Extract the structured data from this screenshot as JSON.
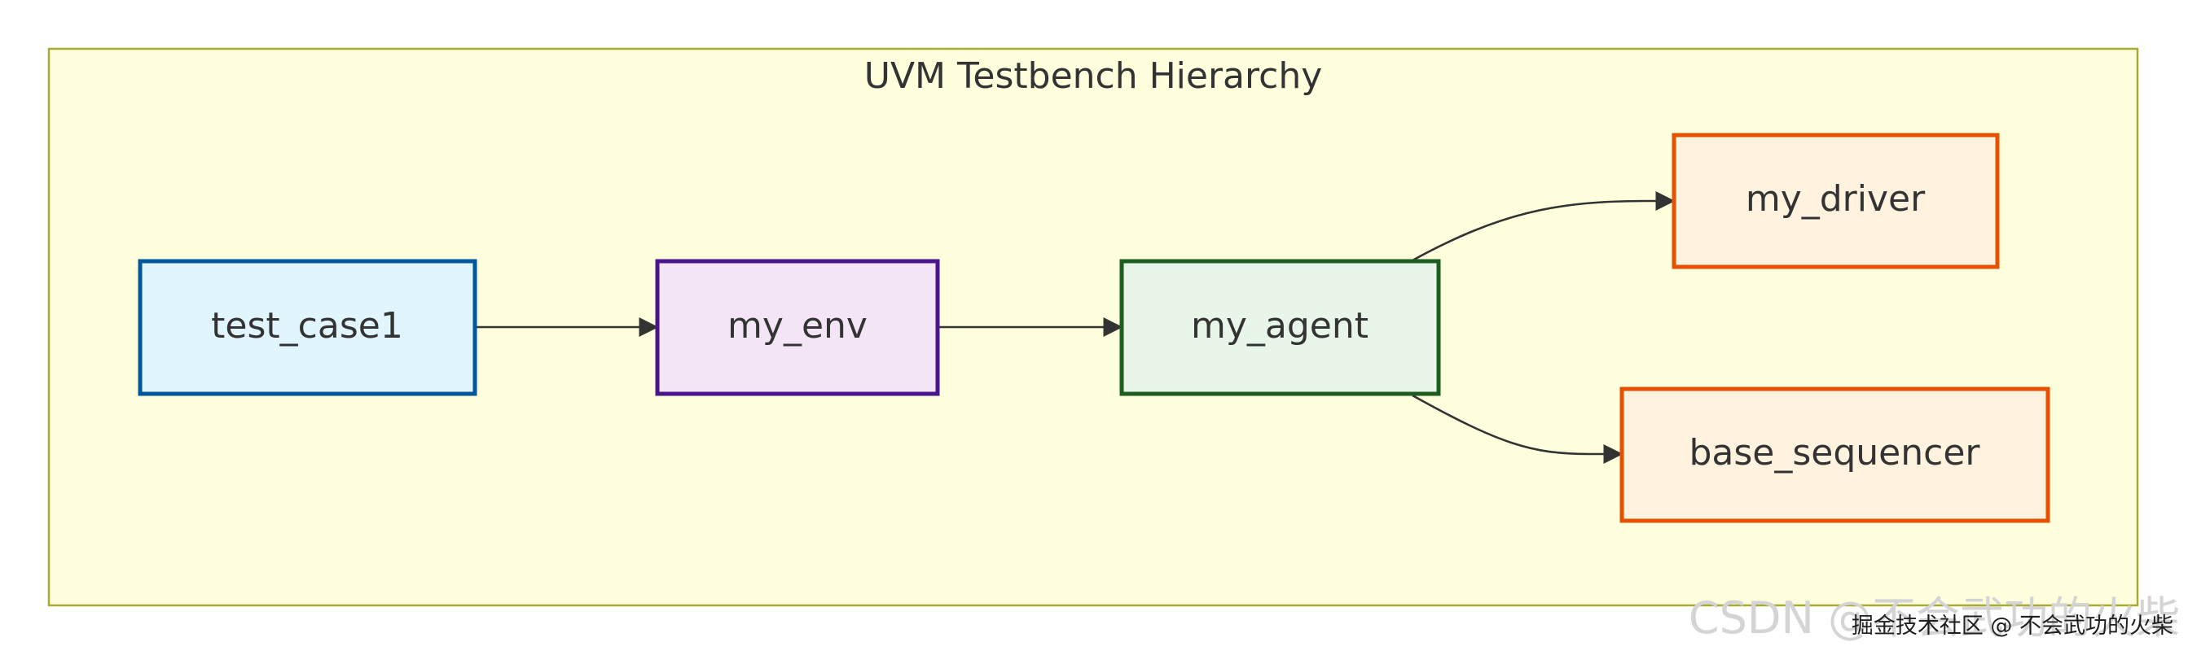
{
  "diagram": {
    "title": "UVM Testbench Hierarchy",
    "nodes": {
      "test_case1": "test_case1",
      "my_env": "my_env",
      "my_agent": "my_agent",
      "my_driver": "my_driver",
      "base_sequencer": "base_sequencer"
    },
    "edges": [
      {
        "from": "test_case1",
        "to": "my_env"
      },
      {
        "from": "my_env",
        "to": "my_agent"
      },
      {
        "from": "my_agent",
        "to": "my_driver"
      },
      {
        "from": "my_agent",
        "to": "base_sequencer"
      }
    ]
  },
  "colors": {
    "cluster_fill": "#ffffde",
    "cluster_stroke": "#aaaa33",
    "test_case1_fill": "#e1f5fe",
    "test_case1_stroke": "#01579b",
    "my_env_fill": "#f3e5f5",
    "my_env_stroke": "#4a148c",
    "my_agent_fill": "#e8f5e9",
    "my_agent_stroke": "#1b5e20",
    "component_fill": "#fff3e0",
    "component_stroke": "#e65100",
    "edge": "#333333"
  },
  "watermark": {
    "back_text": "CSDN @不会武功的火柴",
    "front_text": "掘金技术社区 @ 不会武功的火柴"
  }
}
